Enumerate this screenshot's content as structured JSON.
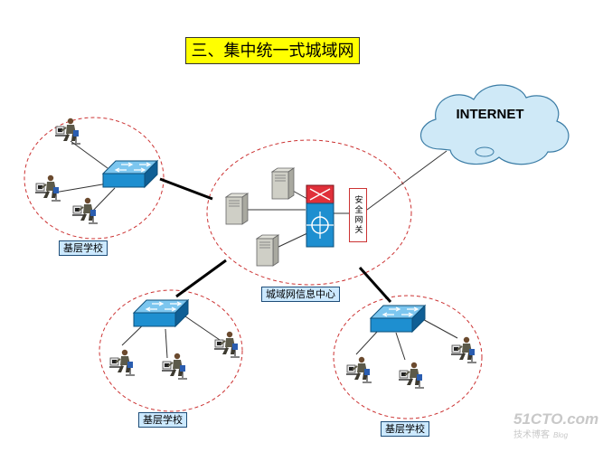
{
  "title": "三、集中统一式城域网",
  "internet_label": "INTERNET",
  "center_label": "城域网信息中心",
  "gateway_label": "安全网关",
  "school_label": "基层学校",
  "watermark": {
    "main": "51CTO.com",
    "sub": "技术博客",
    "blog": "Blog"
  },
  "colors": {
    "title_bg": "#ffff00",
    "cluster_border": "#cc3333",
    "switch_blue": "#1e8fd0",
    "cloud_fill": "#cfe9f7",
    "label_bg": "#cce9ff"
  }
}
